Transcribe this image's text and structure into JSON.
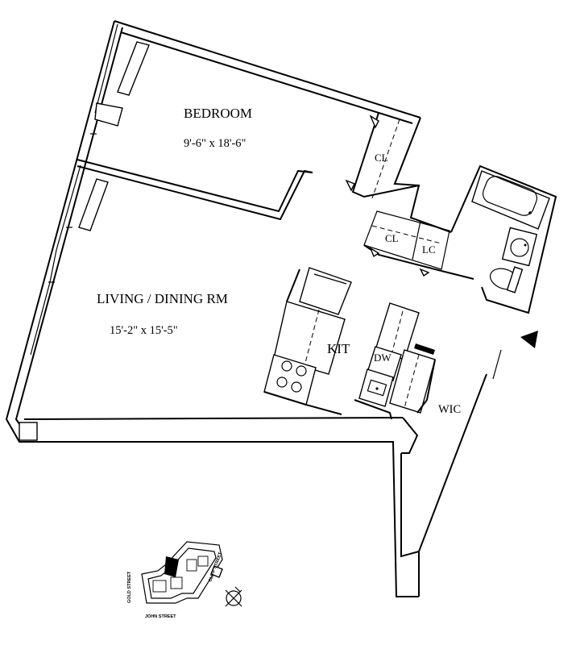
{
  "rooms": {
    "bedroom": {
      "name": "BEDROOM",
      "dimensions": "9'-6\" x 18'-6\""
    },
    "living": {
      "name": "LIVING / DINING RM",
      "dimensions": "15'-2\" x 15'-5\""
    },
    "kitchen": {
      "name": "KIT"
    },
    "dishwasher": {
      "name": "DW"
    },
    "closet_bedroom": {
      "name": "CL"
    },
    "closet_hall": {
      "name": "CL"
    },
    "linen_closet": {
      "name": "LC"
    },
    "walk_in_closet": {
      "name": "WIC"
    }
  },
  "key_plan": {
    "streets": [
      "GOLD STREET",
      "CLIFF STREET",
      "JOHN STREET"
    ]
  }
}
